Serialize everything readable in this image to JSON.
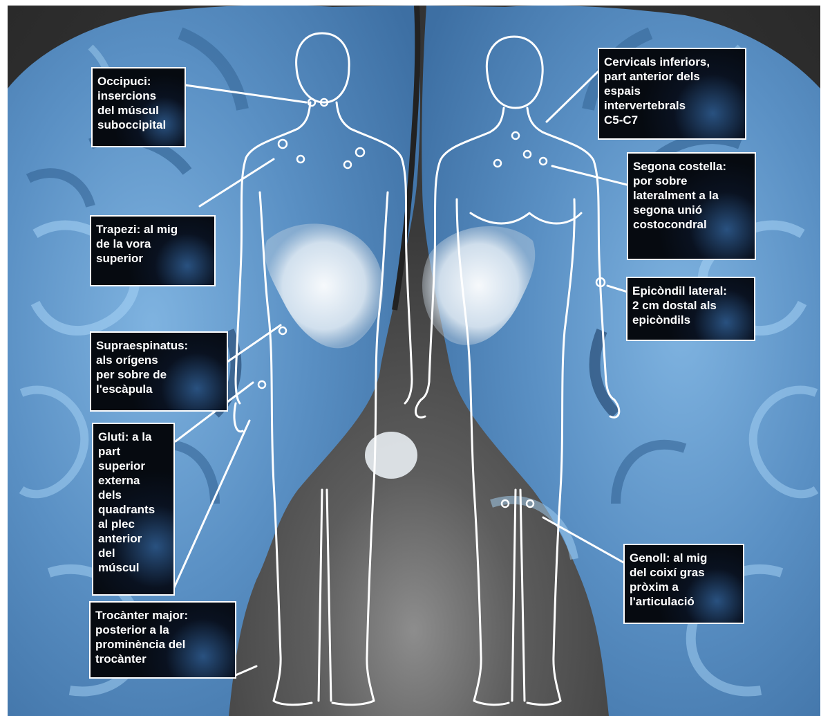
{
  "labels": {
    "occipuci": "Occipuci:\ninsercions\ndel múscul\nsuboccipital",
    "trapezi": "Trapezi: al mig\nde la vora\nsuperior",
    "supraespinatus": "Supraespinatus:\nals orígens\nper sobre de\nl'escàpula",
    "gluti": "Gluti: a la\npart\nsuperior\nexterna\ndels\nquadrants\nal plec\nanterior\ndel\nmúscul",
    "trocanter": "Trocànter major:\nposterior a la\nprominència del\ntrocànter",
    "cervicals": "Cervicals inferiors,\npart anterior dels\nespais\nintervertebrals\nC5-C7",
    "segona_costella": "Segona costella:\npor sobre\nlateralment a la\nsegona unió\ncostocondral",
    "epicondil": "Epicòndil lateral:\n2 cm dostal als\nepicòndils",
    "genoll": "Genoll: al mig\ndel coixí gras\npròxim a\nl'articulació"
  },
  "colors": {
    "brain_tissue": "#4d83b8",
    "brain_light": "#8fc3ee",
    "background": "#2f2f2f",
    "outline": "#ffffff",
    "label_bg": "#060a10"
  }
}
